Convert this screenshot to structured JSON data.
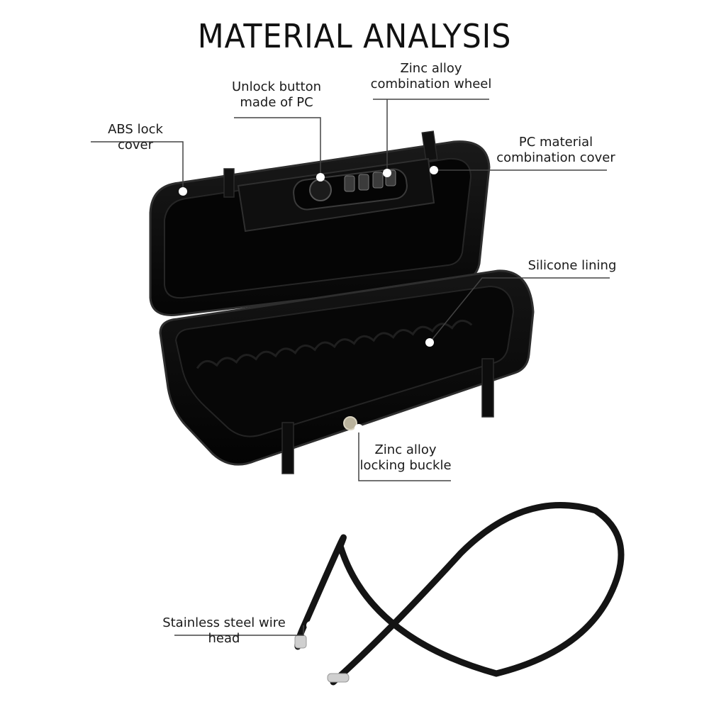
{
  "title": "MATERIAL ANALYSIS",
  "labels": {
    "abs_lock_cover": "ABS lock cover",
    "unlock_button": "Unlock button\nmade of PC",
    "zinc_wheel": "Zinc alloy\ncombination wheel",
    "pc_cover": "PC material\ncombination cover",
    "silicone_lining": "Silicone lining",
    "zinc_buckle": "Zinc alloy\nlocking buckle",
    "wire_head": "Stainless steel wire head"
  },
  "colors": {
    "case_body": "#0b0b0b",
    "case_edge": "#2e2e2e",
    "pointer_line": "#444444",
    "pointer_dot": "#ffffff",
    "steel": "#cfcfcf"
  }
}
